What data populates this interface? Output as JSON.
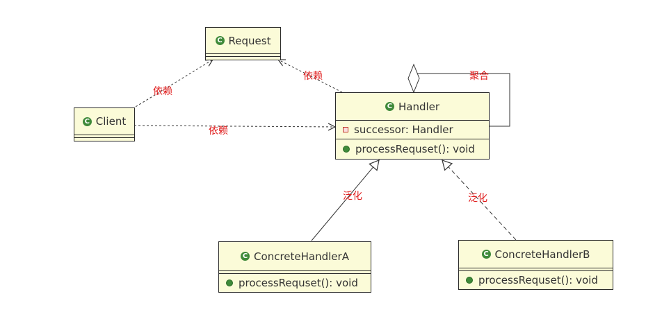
{
  "classes": {
    "request": {
      "name": "Request",
      "icon": "class-icon"
    },
    "client": {
      "name": "Client",
      "icon": "class-icon"
    },
    "handler": {
      "name": "Handler",
      "icon": "class-icon",
      "field": "successor: Handler",
      "method": "processRequset(): void"
    },
    "concrete_a": {
      "name": "ConcreteHandlerA",
      "icon": "class-icon",
      "method": "processRequset(): void"
    },
    "concrete_b": {
      "name": "ConcreteHandlerB",
      "icon": "class-icon",
      "method": "processRequset(): void"
    }
  },
  "relations": {
    "client_request": "依赖",
    "handler_request": "依赖",
    "client_handler": "依赖",
    "aggregation": "聚合",
    "generalization_a": "泛化",
    "generalization_b": "泛化"
  },
  "icon_letter": "C",
  "colors": {
    "class_fill": "#fbfbd8",
    "class_icon": "#3f8a3a",
    "relation_label": "#e01b1b"
  }
}
